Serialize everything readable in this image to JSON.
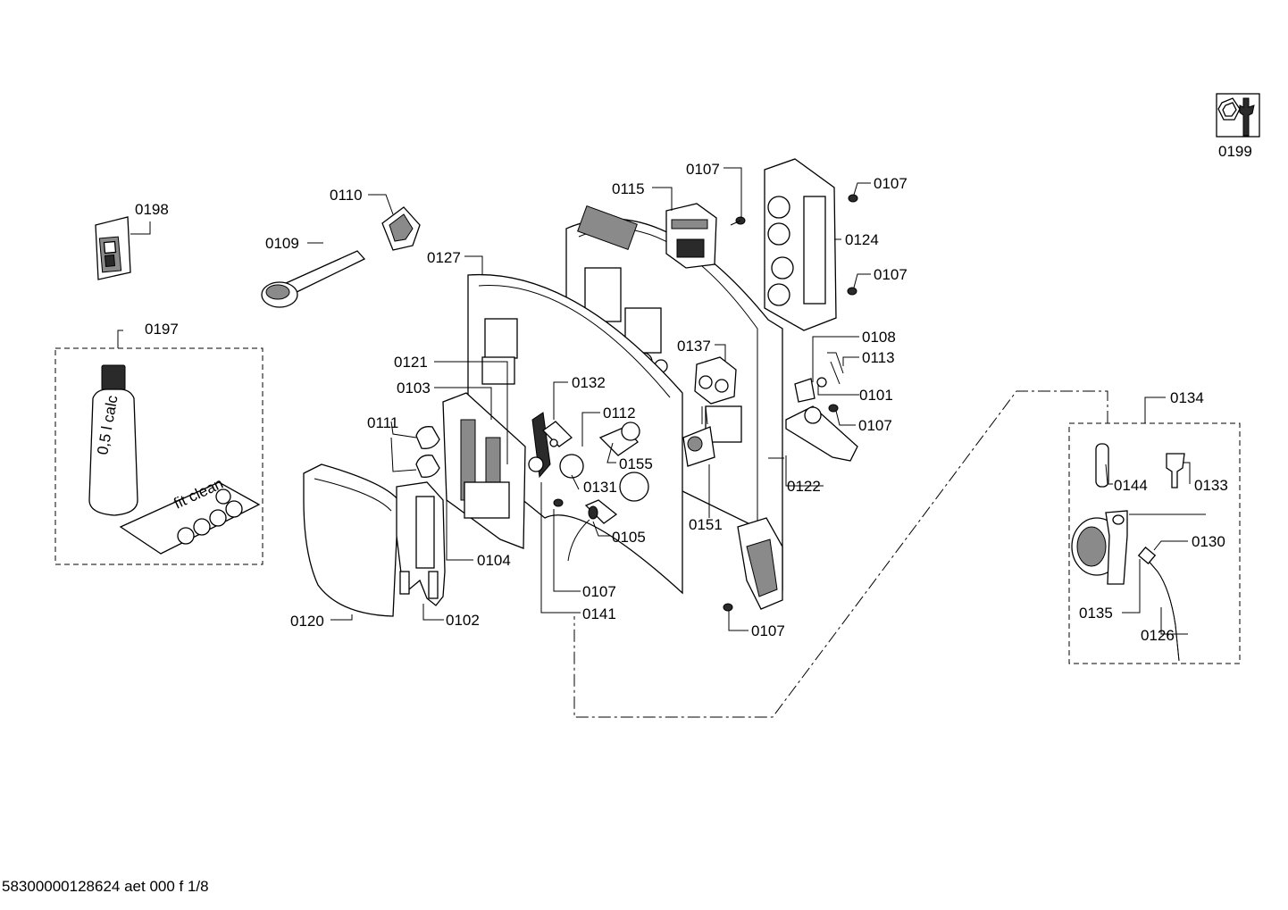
{
  "labels": {
    "l0199": "0199",
    "l0198": "0198",
    "l0197": "0197",
    "l0110": "0110",
    "l0109": "0109",
    "l0127": "0127",
    "l0115": "0115",
    "l0107a": "0107",
    "l0107b": "0107",
    "l0124": "0124",
    "l0107c": "0107",
    "l0108": "0108",
    "l0113": "0113",
    "l0101": "0101",
    "l0107d": "0107",
    "l0122": "0122",
    "l0137": "0137",
    "l0151": "0151",
    "l0121": "0121",
    "l0103": "0103",
    "l0132": "0132",
    "l0112": "0112",
    "l0155": "0155",
    "l0131": "0131",
    "l0105": "0105",
    "l0111": "0111",
    "l0104": "0104",
    "l0107e": "0107",
    "l0141": "0141",
    "l0120": "0120",
    "l0102": "0102",
    "l0107f": "0107",
    "l0134": "0134",
    "l0144": "0144",
    "l0133": "0133",
    "l0130": "0130",
    "l0135": "0135",
    "l0126": "0126"
  },
  "bottle_text": "0,5 l calc",
  "box_text": "fit clean",
  "footer": "58300000128624 aet 000 f 1/8"
}
